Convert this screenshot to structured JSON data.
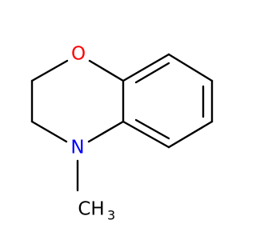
{
  "molecule": {
    "atoms": {
      "oxygen": {
        "label": "O",
        "color": "#ff0000"
      },
      "nitrogen": {
        "label": "N",
        "color": "#0000ff"
      },
      "methyl": {
        "label": "CH",
        "subscript": "3",
        "color": "#000000"
      }
    },
    "bond_color": "#000000",
    "background": "#ffffff"
  }
}
